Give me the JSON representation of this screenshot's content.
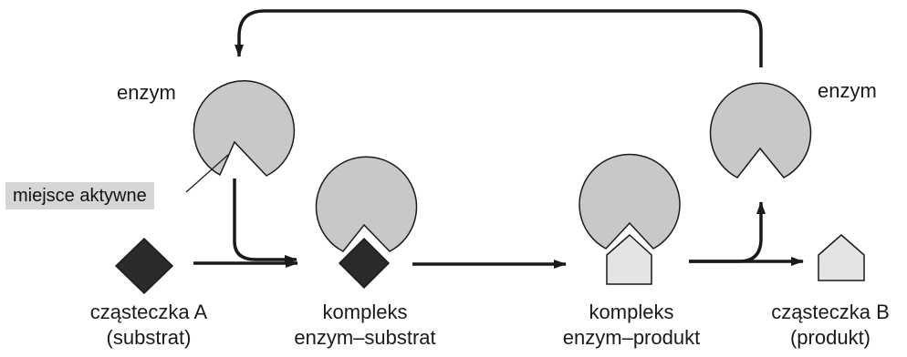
{
  "labels": {
    "enzyme_left": "enzym",
    "enzyme_right": "enzym",
    "active_site": "miejsce aktywne",
    "molecule_a": [
      "cząsteczka A",
      "(substrat)"
    ],
    "complex_es": [
      "kompleks",
      "enzym–substrat"
    ],
    "complex_ep": [
      "kompleks",
      "enzym–produkt"
    ],
    "molecule_b": [
      "cząsteczka B",
      "(produkt)"
    ]
  },
  "colors": {
    "enzyme_fill": "#c8c8c8",
    "substrat_fill": "#2a2a2a",
    "produkt_fill": "#e4e4e4",
    "arrow": "#1a1a1a",
    "badge": "#d6d6d6"
  },
  "icons": {
    "enzyme": "pacman-enzyme-shape",
    "substrat": "diamond-shape",
    "produkt": "pentagon-shape"
  }
}
